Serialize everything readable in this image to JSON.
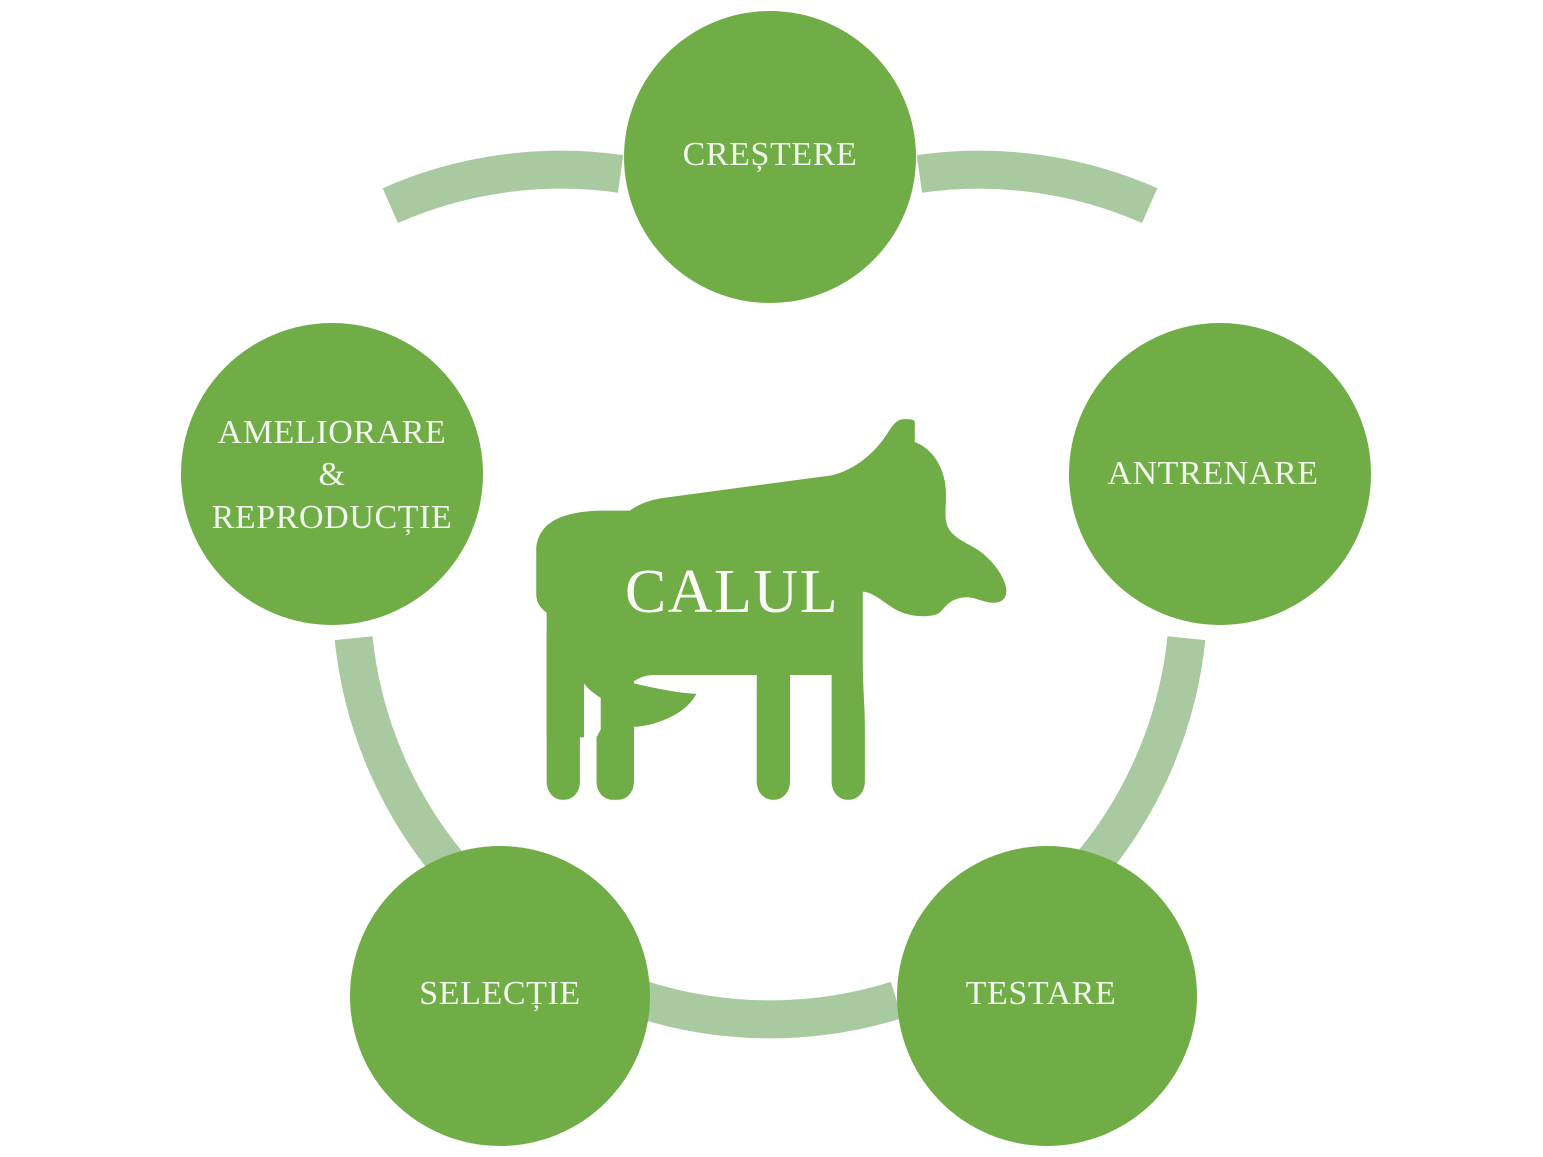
{
  "diagram": {
    "type": "cycle",
    "center": {
      "label": "CALUL",
      "icon": "horse-icon"
    },
    "colors": {
      "node_fill": "#70AD47",
      "ring_stroke": "#A9C9A0",
      "label_text": "#F2F7EE",
      "background": "#FFFFFF",
      "horse_fill": "#70AD47"
    },
    "nodes": [
      {
        "id": "crestere",
        "label": "CREȘTERE",
        "lines": [
          "CREȘTERE"
        ]
      },
      {
        "id": "antrenare",
        "label": "ANTRENARE",
        "lines": [
          "ANTRENARE"
        ]
      },
      {
        "id": "testare",
        "label": "TESTARE",
        "lines": [
          "TESTARE"
        ]
      },
      {
        "id": "selectie",
        "label": "SELECȚIE",
        "lines": [
          "SELECȚIE"
        ]
      },
      {
        "id": "ameliorare",
        "label": "AMELIORARE & REPRODUCȚIE",
        "lines": [
          "AMELIORARE",
          "&",
          "REPRODUCȚIE"
        ]
      }
    ],
    "node_line_text": {
      "crestere_l1": "CREȘTERE",
      "antrenare_l1": "ANTRENARE",
      "testare_l1": "TESTARE",
      "selectie_l1": "SELECȚIE",
      "ameliorare_l1": "AMELIORARE",
      "ameliorare_l2": "&",
      "ameliorare_l3": "REPRODUCȚIE"
    }
  }
}
